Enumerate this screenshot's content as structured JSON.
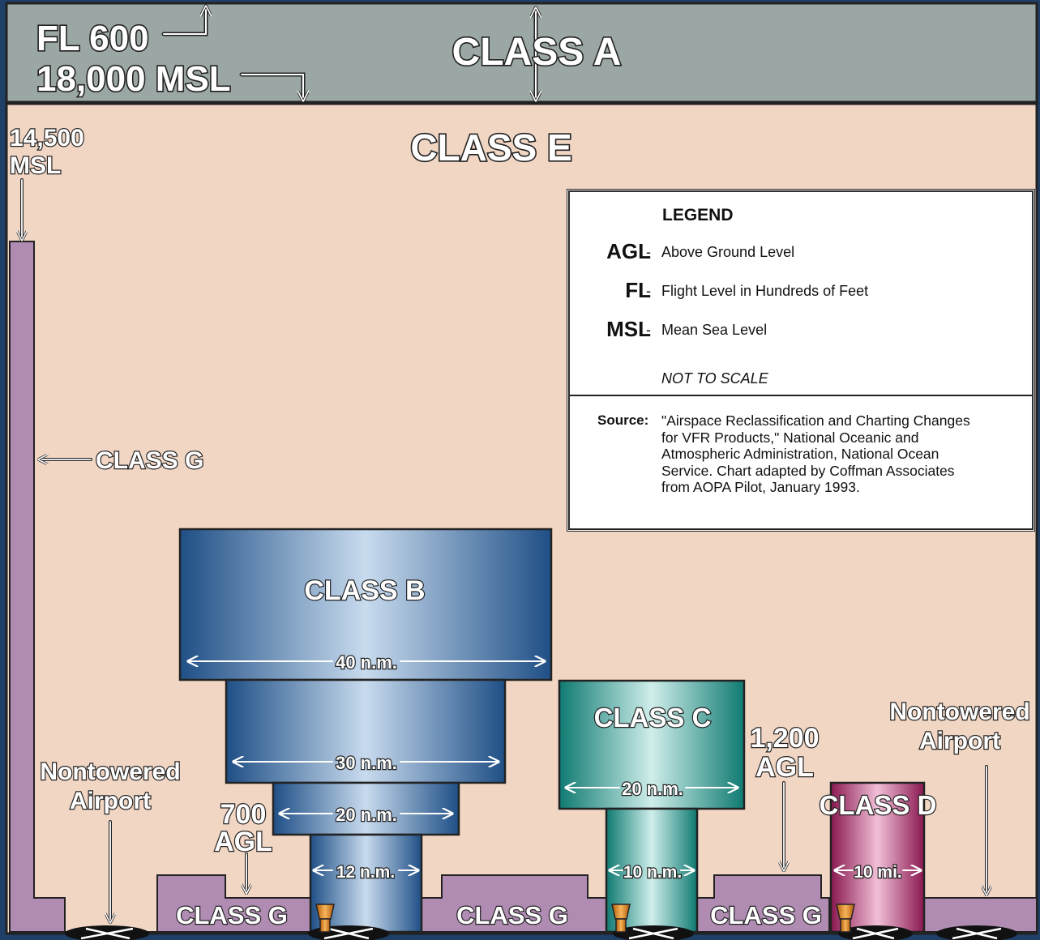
{
  "class_a": {
    "label": "CLASS A",
    "fl_label": "FL 600",
    "msl_label": "18,000 MSL"
  },
  "class_e": {
    "label": "CLASS E",
    "altitude_label": [
      "14,500",
      "MSL"
    ]
  },
  "class_g_side": {
    "label": "CLASS G"
  },
  "class_b": {
    "label": "CLASS B",
    "tiers": [
      "40 n.m.",
      "30 n.m.",
      "20 n.m.",
      "12 n.m."
    ]
  },
  "class_c": {
    "label": "CLASS C",
    "tiers": [
      "20 n.m.",
      "10 n.m."
    ]
  },
  "class_d": {
    "label": "CLASS D",
    "tiers": [
      "10 mi."
    ]
  },
  "ground_labels": {
    "class_g": "CLASS G"
  },
  "agl_700": [
    "700",
    "AGL"
  ],
  "agl_1200": [
    "1,200",
    "AGL"
  ],
  "nontowered_left": [
    "Nontowered",
    "Airport"
  ],
  "nontowered_right": [
    "Nontowered",
    "Airport"
  ],
  "legend": {
    "title": "LEGEND",
    "entries": [
      {
        "abbr": "AGL",
        "dash": "-",
        "definition": "Above Ground Level"
      },
      {
        "abbr": "FL",
        "dash": "-",
        "definition": "Flight Level in Hundreds of Feet"
      },
      {
        "abbr": "MSL",
        "dash": "-",
        "definition": "Mean Sea Level"
      }
    ],
    "note": "NOT TO SCALE",
    "source_label": "Source:",
    "source_text": "\"Airspace Reclassification and Charting Changes for VFR Products,\" National Oceanic and Atmospheric Administration, National Ocean Service. Chart adapted by Coffman Associates from AOPA Pilot, January 1993."
  },
  "colors": {
    "class_a": "#9aa6a4",
    "class_e": "#f1d6c4",
    "class_g": "#b08cb2",
    "class_b": "#2d5f97",
    "class_c": "#2a9488",
    "class_d": "#a5225f",
    "frame": "#1f3f66"
  }
}
